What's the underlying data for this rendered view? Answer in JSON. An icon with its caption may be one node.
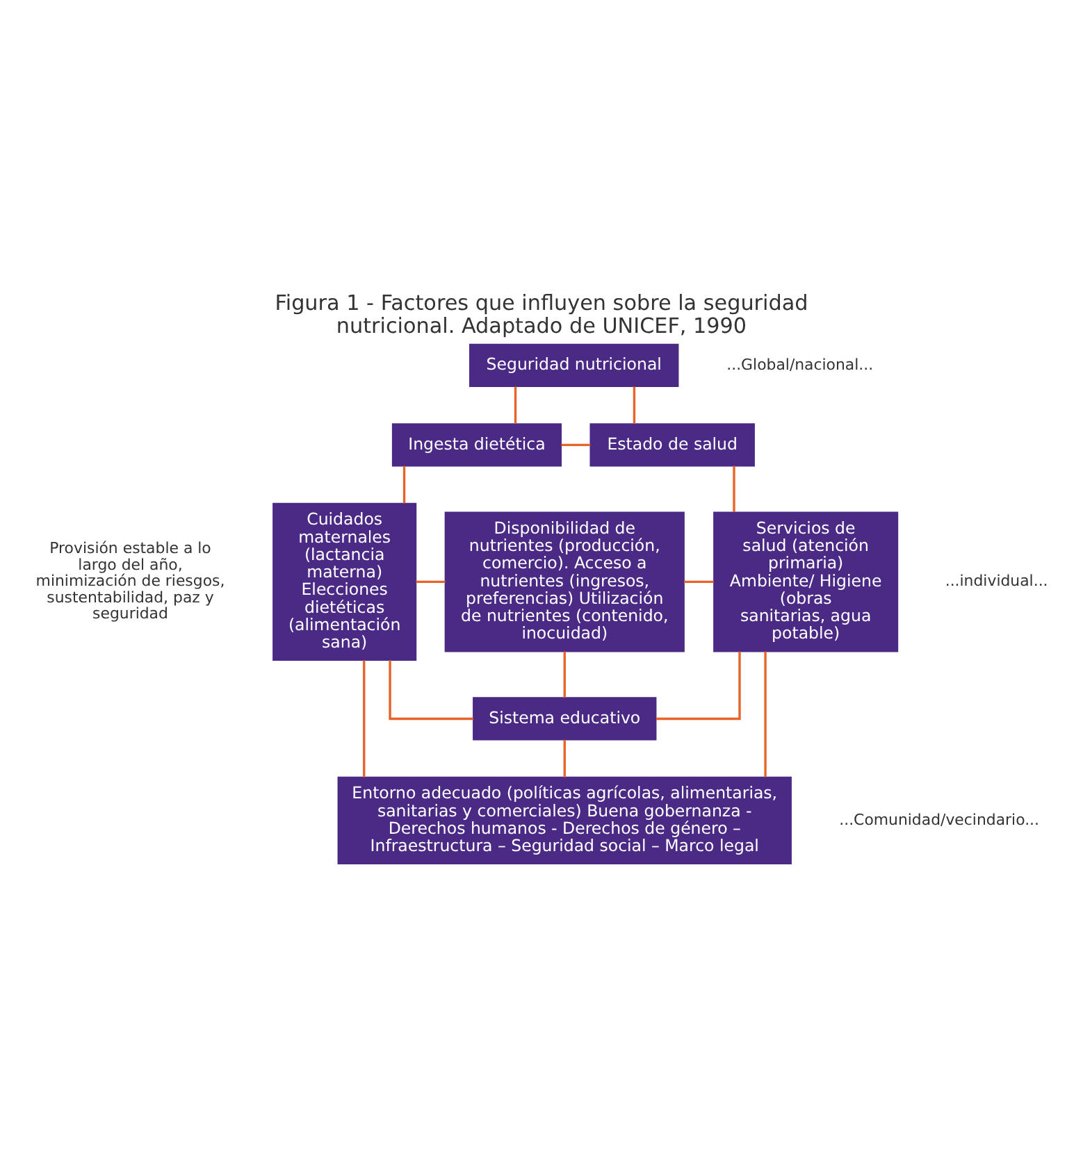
{
  "diagram": {
    "title": "Figura 1 - Factores que influyen sobre la seguridad nutricional. Adaptado de UNICEF, 1990",
    "nodes": [
      {
        "text": [
          "Seguridad nutricional"
        ]
      },
      {
        "text": [
          "Ingesta dietética"
        ]
      },
      {
        "text": [
          "Estado de salud"
        ]
      },
      {
        "text": [
          "Cuidados maternales (lactancia materna) Elecciones dietéticas (alimentación sana)"
        ]
      },
      {
        "text": [
          "Disponibilidad de nutrientes (producción, comercio). Acceso a nutrientes (ingresos, preferencias) Utilización de nutrientes (contenido, inocuidad)"
        ]
      },
      {
        "text": [
          "Servicios de salud (atención primaria) Ambiente/ Higiene (obras sanitarias, agua potable)"
        ]
      },
      {
        "text": [
          "Sistema educativo"
        ]
      },
      {
        "text": [
          "Entorno adecuado (políticas agrícolas, alimentarias, sanitarias y comerciales) Buena gobernanza - Derechos humanos - Derechos de género – Infraestructura – Seguridad social – Marco legal"
        ]
      }
    ],
    "edges": [
      {
        "from": 0,
        "to": 1,
        "arrow": "none"
      },
      {
        "from": 0,
        "to": 2,
        "arrow": "none"
      },
      {
        "from": 1,
        "to": 2,
        "arrow": "none"
      },
      {
        "from": 1,
        "to": 3,
        "arrow": "none"
      },
      {
        "from": 2,
        "to": 5,
        "arrow": "none"
      },
      {
        "from": 3,
        "to": 4,
        "arrow": "none"
      },
      {
        "from": 4,
        "to": 5,
        "arrow": "none"
      },
      {
        "from": 3,
        "to": 6,
        "arrow": "none"
      },
      {
        "from": 4,
        "to": 6,
        "arrow": "none"
      },
      {
        "from": 5,
        "to": 6,
        "arrow": "none"
      },
      {
        "from": 3,
        "to": 7,
        "arrow": "none"
      },
      {
        "from": 6,
        "to": 7,
        "arrow": "none"
      },
      {
        "from": 5,
        "to": 7,
        "arrow": "none"
      }
    ],
    "labels": [
      "Provisión estable a lo largo del año, minimización de riesgos, sustentabilidad, paz y seguridad",
      "...Global/nacional...",
      "...individual...",
      "...Comunidad/vecindario..."
    ]
  }
}
